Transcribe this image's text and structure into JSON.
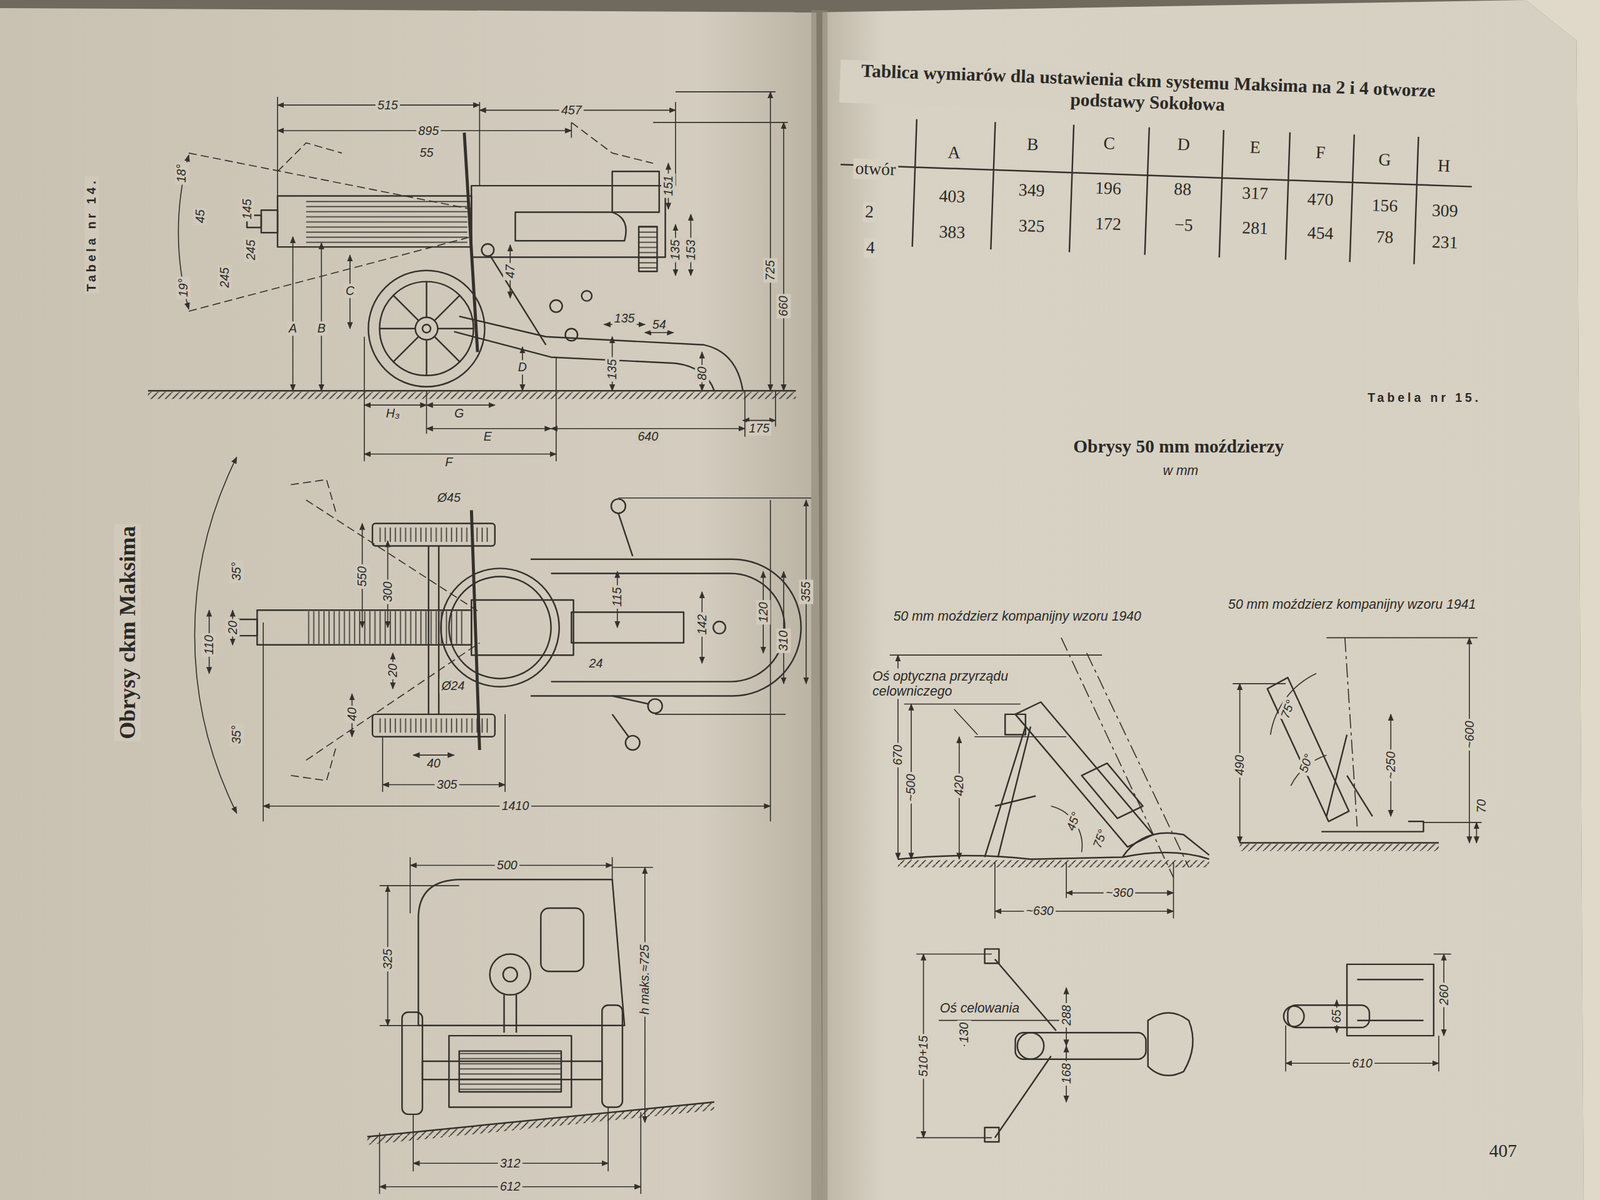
{
  "diagram": {
    "title": "Obrysy ckm Maksima",
    "labels": [
      "Tabela nr 14.",
      "515",
      "457",
      "895",
      "55",
      "18°",
      "45",
      "145",
      "245",
      "19°",
      "245",
      "C",
      "A",
      "B",
      "151",
      "135",
      "153",
      "47",
      "135",
      "54",
      "D",
      "135",
      "80",
      "725",
      "660",
      "H₃",
      "G",
      "E",
      "640",
      "175",
      "F",
      "35°",
      "35°",
      "Ø45",
      "550",
      "300",
      "110",
      "20",
      "115",
      "142",
      "120",
      "355",
      "310",
      "20",
      "Ø24",
      "24",
      "40",
      "40",
      "305",
      "1410",
      "500",
      "325",
      "h maks.≈725",
      "312",
      "612",
      "Tablica wymiarów dla ustawienia ckm systemu Maksima na 2 i 4 otworze podstawy Sokołowa",
      "otwór",
      "A",
      "B",
      "C",
      "D",
      "E",
      "F",
      "G",
      "H",
      "2",
      "403",
      "349",
      "196",
      "88",
      "317",
      "470",
      "156",
      "309",
      "4",
      "383",
      "325",
      "172",
      "−5",
      "281",
      "454",
      "78",
      "231",
      "Tabela nr 15.",
      "Obrysy 50 mm moździerzy",
      "w mm",
      "50 mm moździerz kompanijny wzoru 1940",
      "50 mm moździerz kompanijny wzoru 1941",
      "Oś optyczna przyrządu celowniczego",
      "670",
      "~500",
      "420",
      "45°",
      "75°",
      "~360",
      "~630",
      "490",
      "75°",
      "50°",
      "~250",
      "~600",
      "70",
      "Oś celowania",
      "510+15",
      "130",
      "288",
      "168",
      "65",
      "260",
      "610",
      "407"
    ]
  }
}
